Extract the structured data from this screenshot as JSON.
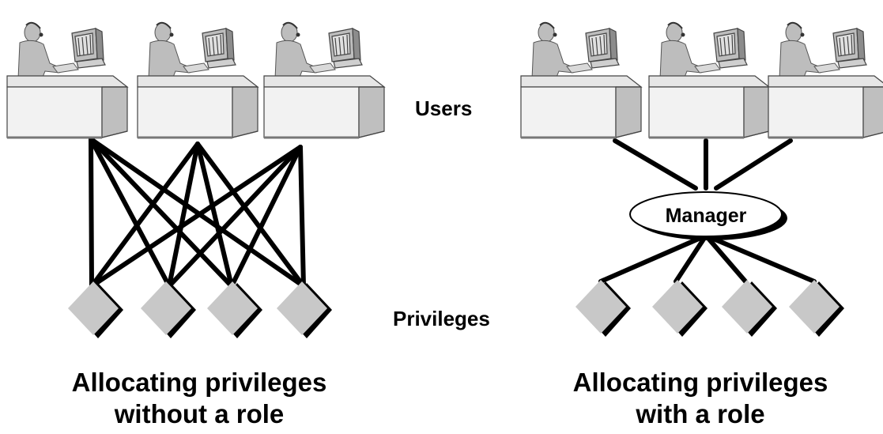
{
  "labels": {
    "users": "Users",
    "privileges": "Privileges",
    "role": "Manager"
  },
  "captions": {
    "left": {
      "line1": "Allocating privileges",
      "line2": "without a role"
    },
    "right": {
      "line1": "Allocating privileges",
      "line2": "with a role"
    }
  },
  "diagram": {
    "left": {
      "users": 3,
      "privileges": 4,
      "connections": "every user connected to every privilege"
    },
    "right": {
      "users": 3,
      "privileges": 4,
      "connections": "users connect to the role; the role connects to every privilege"
    }
  },
  "colors": {
    "line": "#000000",
    "desk_top": "#e6e6e6",
    "desk_front": "#f2f2f2",
    "privilege_face": "#c8c8c8",
    "privilege_shadow": "#000000",
    "role_fill": "#ffffff"
  }
}
